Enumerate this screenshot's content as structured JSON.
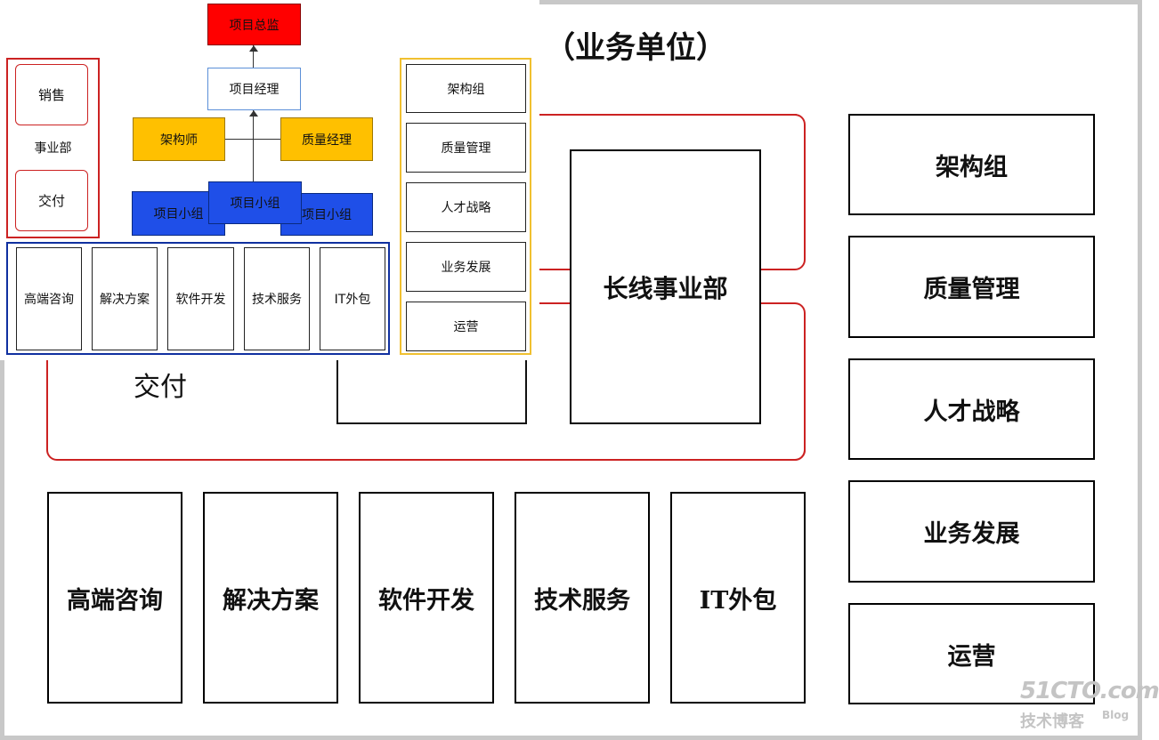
{
  "header": {
    "title": "（业务单位）"
  },
  "delivery_label": "交付",
  "center_box": "长线事业部",
  "bottom_units": [
    "高端咨询",
    "解决方案",
    "软件开发",
    "技术服务",
    "IT外包"
  ],
  "right_units": [
    "架构组",
    "质量管理",
    "人才战略",
    "业务发展",
    "运营"
  ],
  "inset": {
    "org": {
      "director": "项目总监",
      "manager": "项目经理",
      "architect": "架构师",
      "quality_manager": "质量经理",
      "team_label": "项目小组"
    },
    "division": {
      "sales": "销售",
      "label": "事业部",
      "delivery": "交付"
    },
    "service_lines": [
      "高端咨询",
      "解决方案",
      "软件开发",
      "技术服务",
      "IT外包"
    ],
    "functions": [
      "架构组",
      "质量管理",
      "人才战略",
      "业务发展",
      "运营"
    ]
  },
  "watermark": {
    "site": "51CTO.com",
    "sub": "技术博客",
    "blog": "Blog"
  },
  "colors": {
    "connector_red": "#cc2222",
    "director_red": "#ff0000",
    "architect_yellow": "#ffc000",
    "team_blue": "#1f4fe8",
    "inset_blue_border": "#1030a0",
    "inset_yellow_border": "#f0c030"
  }
}
